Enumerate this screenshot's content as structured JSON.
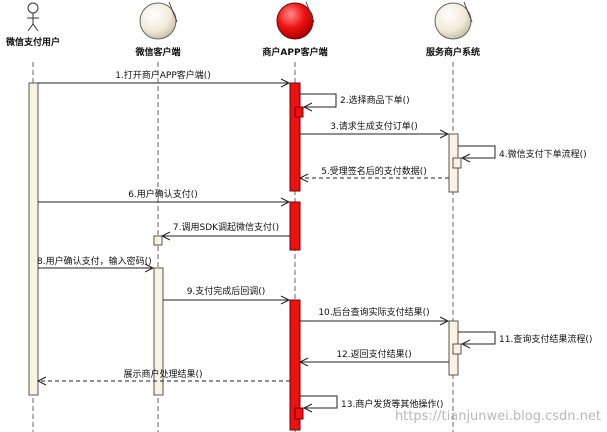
{
  "participants": {
    "user": "微信支付用户",
    "wechat": "微信客户端",
    "app": "商户APP客户端",
    "server": "服务商户系统"
  },
  "colors": {
    "app_activation": "#ee1111",
    "other_activation": "#faf3e4",
    "lifeline": "#666666",
    "arrow": "#222222"
  },
  "messages": [
    {
      "label": "1.打开商户APP客户端()"
    },
    {
      "label": "2.选择商品下单()"
    },
    {
      "label": "3.请求生成支付订单()"
    },
    {
      "label": "4.微信支付下单流程()"
    },
    {
      "label": "5.受理签名后的支付数据()"
    },
    {
      "label": "6.用户确认支付()"
    },
    {
      "label": "7.调用SDK调起微信支付()"
    },
    {
      "label": "8.用户确认支付，输入密码()"
    },
    {
      "label": "9.支付完成后回调()"
    },
    {
      "label": "10.后台查询实际支付结果()"
    },
    {
      "label": "11.查询支付结果流程()"
    },
    {
      "label": "12.返回支付结果()"
    },
    {
      "label": "展示商户处理结果()"
    },
    {
      "label": "13.商户发货等其他操作()"
    }
  ],
  "watermark": "https://tianjunwei.blog.csdn.net"
}
